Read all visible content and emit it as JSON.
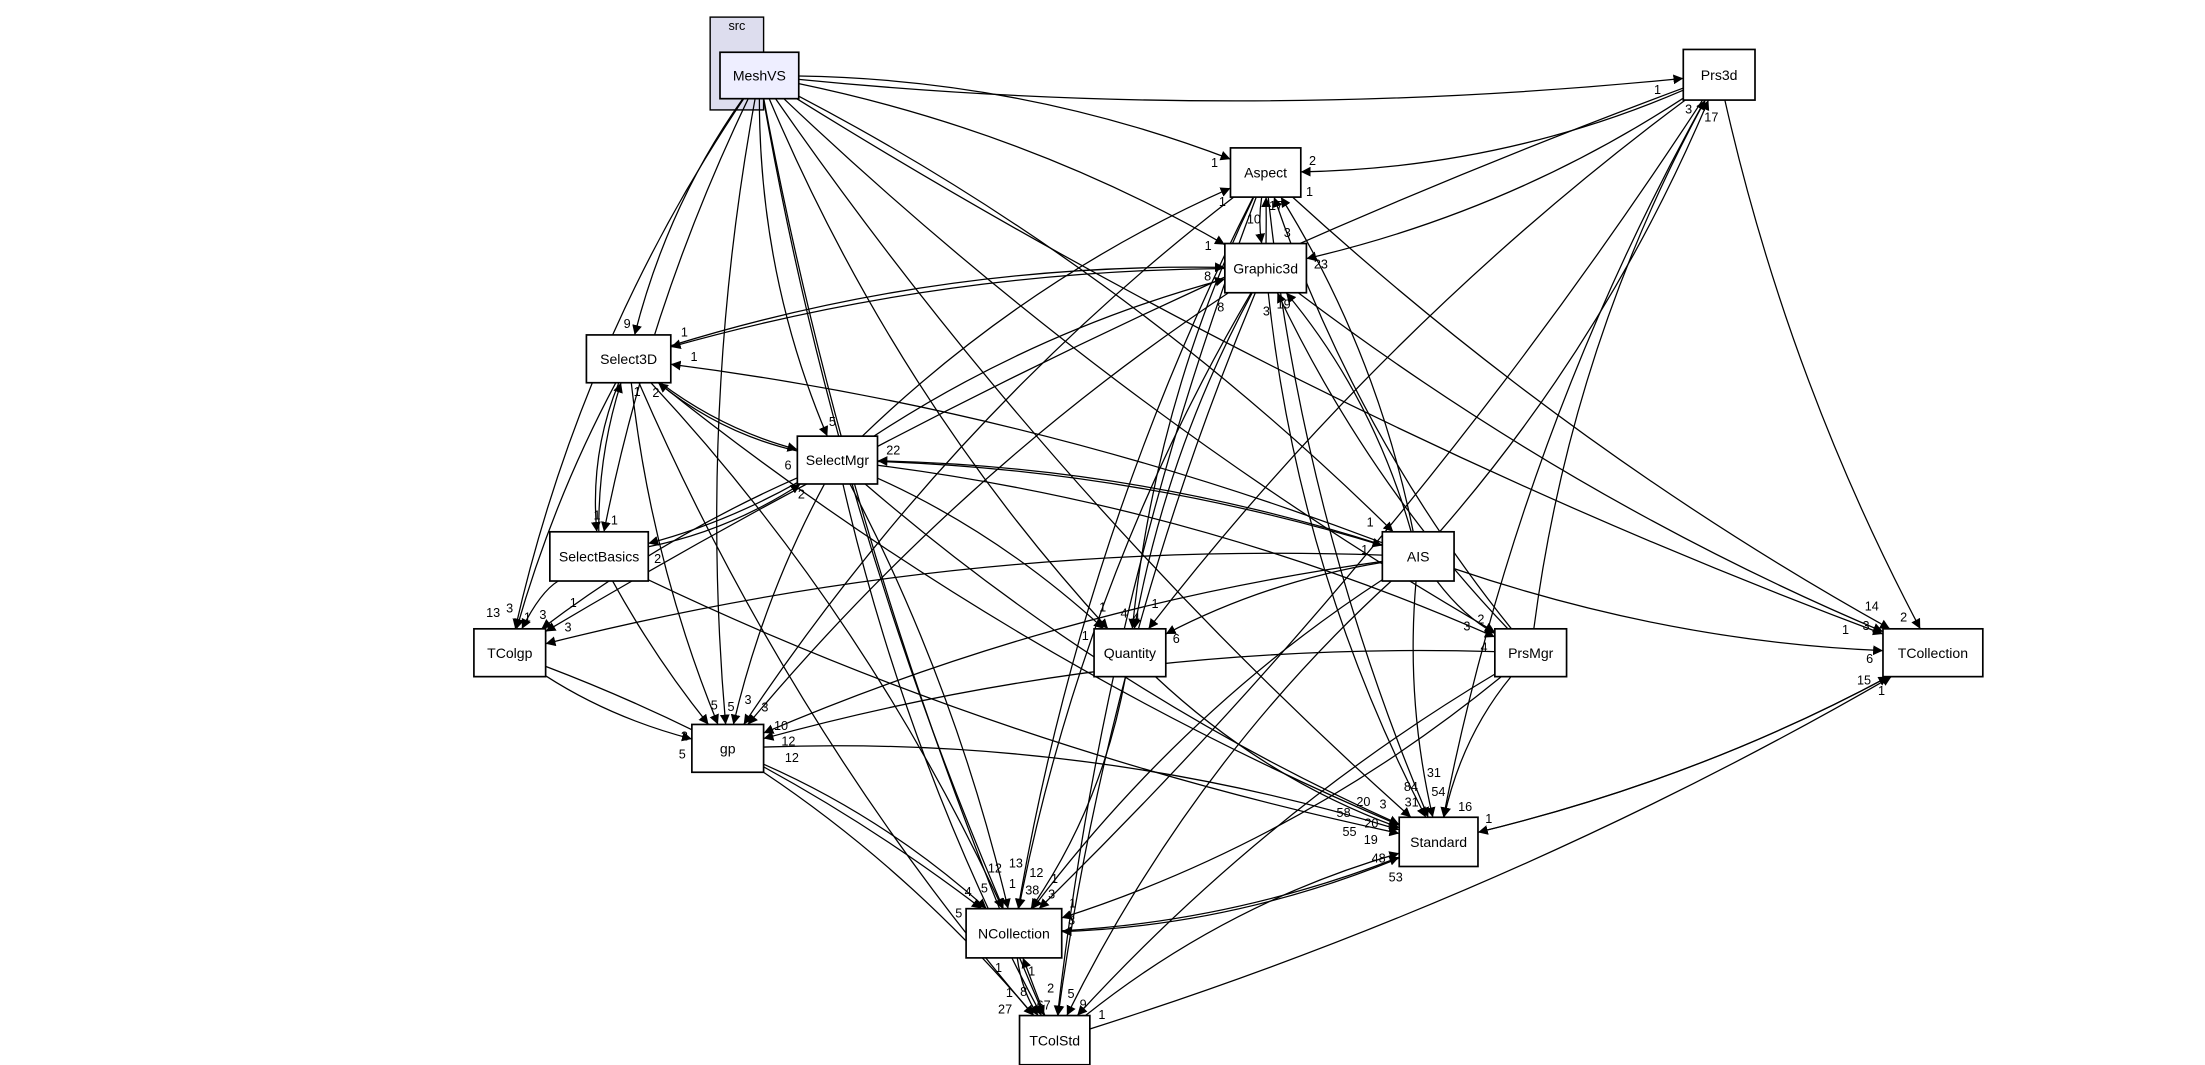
{
  "graph": {
    "cluster": {
      "id": "src",
      "label": "src"
    },
    "focus_node": "MeshVS",
    "colors": {
      "focus_fill": "#eeeeff",
      "cluster_fill": "#ddddee",
      "node_fill": "#ffffff",
      "edge": "#000000"
    },
    "nodes": [
      {
        "id": "MeshVS",
        "label": "MeshVS"
      },
      {
        "id": "Prs3d",
        "label": "Prs3d"
      },
      {
        "id": "Aspect",
        "label": "Aspect"
      },
      {
        "id": "Graphic3d",
        "label": "Graphic3d"
      },
      {
        "id": "Select3D",
        "label": "Select3D"
      },
      {
        "id": "SelectMgr",
        "label": "SelectMgr"
      },
      {
        "id": "SelectBasics",
        "label": "SelectBasics"
      },
      {
        "id": "AIS",
        "label": "AIS"
      },
      {
        "id": "TColgp",
        "label": "TColgp"
      },
      {
        "id": "Quantity",
        "label": "Quantity"
      },
      {
        "id": "PrsMgr",
        "label": "PrsMgr"
      },
      {
        "id": "TCollection",
        "label": "TCollection"
      },
      {
        "id": "gp",
        "label": "gp"
      },
      {
        "id": "Standard",
        "label": "Standard"
      },
      {
        "id": "NCollection",
        "label": "NCollection"
      },
      {
        "id": "TColStd",
        "label": "TColStd"
      }
    ],
    "edges": [
      {
        "from": "MeshVS",
        "to": "Prs3d",
        "label": "1"
      },
      {
        "from": "MeshVS",
        "to": "Aspect",
        "label": "1"
      },
      {
        "from": "MeshVS",
        "to": "Graphic3d",
        "label": "1"
      },
      {
        "from": "MeshVS",
        "to": "Select3D",
        "label": "9"
      },
      {
        "from": "MeshVS",
        "to": "SelectMgr",
        "label": "5"
      },
      {
        "from": "MeshVS",
        "to": "SelectBasics",
        "label": "1"
      },
      {
        "from": "MeshVS",
        "to": "AIS",
        "label": "1"
      },
      {
        "from": "MeshVS",
        "to": "PrsMgr",
        "label": "3"
      },
      {
        "from": "MeshVS",
        "to": "Quantity",
        "label": "1"
      },
      {
        "from": "MeshVS",
        "to": "TColgp",
        "label": "3"
      },
      {
        "from": "MeshVS",
        "to": "gp",
        "label": "5"
      },
      {
        "from": "MeshVS",
        "to": "NCollection",
        "label": "5"
      },
      {
        "from": "MeshVS",
        "to": "TColStd",
        "label": "8"
      },
      {
        "from": "MeshVS",
        "to": "Standard",
        "label": "3"
      },
      {
        "from": "MeshVS",
        "to": "TCollection",
        "label": "1"
      },
      {
        "from": "Prs3d",
        "to": "Aspect",
        "label": "2"
      },
      {
        "from": "Prs3d",
        "to": "Graphic3d",
        "label": "23"
      },
      {
        "from": "Prs3d",
        "to": "Quantity",
        "label": "1"
      },
      {
        "from": "Prs3d",
        "to": "TColgp",
        "label": "1"
      },
      {
        "from": "Prs3d",
        "to": "Standard",
        "label": "54"
      },
      {
        "from": "Prs3d",
        "to": "TCollection",
        "label": "2"
      },
      {
        "from": "Prs3d",
        "to": "NCollection",
        "label": "1"
      },
      {
        "from": "Aspect",
        "to": "Graphic3d",
        "label": "3"
      },
      {
        "from": "Aspect",
        "to": "Quantity",
        "label": "4"
      },
      {
        "from": "Aspect",
        "to": "gp",
        "label": "3"
      },
      {
        "from": "Aspect",
        "to": "TCollection",
        "label": "3"
      },
      {
        "from": "Aspect",
        "to": "Standard",
        "label": "31"
      },
      {
        "from": "Aspect",
        "to": "TColStd",
        "label": "2"
      },
      {
        "from": "Aspect",
        "to": "NCollection",
        "label": "1"
      },
      {
        "from": "Graphic3d",
        "to": "Aspect",
        "label": "17"
      },
      {
        "from": "Graphic3d",
        "to": "Select3D",
        "label": "1"
      },
      {
        "from": "Graphic3d",
        "to": "gp",
        "label": "10"
      },
      {
        "from": "Graphic3d",
        "to": "Quantity",
        "label": "4"
      },
      {
        "from": "Graphic3d",
        "to": "NCollection",
        "label": "38"
      },
      {
        "from": "Graphic3d",
        "to": "Standard",
        "label": "84"
      },
      {
        "from": "Graphic3d",
        "to": "TCollection",
        "label": "14"
      },
      {
        "from": "Graphic3d",
        "to": "TColStd",
        "label": "5"
      },
      {
        "from": "Select3D",
        "to": "Graphic3d",
        "label": "8"
      },
      {
        "from": "Select3D",
        "to": "SelectMgr",
        "label": "6"
      },
      {
        "from": "Select3D",
        "to": "SelectBasics",
        "label": "1"
      },
      {
        "from": "Select3D",
        "to": "TColgp",
        "label": "13"
      },
      {
        "from": "Select3D",
        "to": "gp",
        "label": "5"
      },
      {
        "from": "Select3D",
        "to": "NCollection",
        "label": "12"
      },
      {
        "from": "Select3D",
        "to": "TColStd",
        "label": "27"
      },
      {
        "from": "Select3D",
        "to": "Standard",
        "label": "20"
      },
      {
        "from": "SelectMgr",
        "to": "Select3D",
        "label": "2"
      },
      {
        "from": "SelectMgr",
        "to": "Aspect",
        "label": "1"
      },
      {
        "from": "SelectMgr",
        "to": "Graphic3d",
        "label": "8"
      },
      {
        "from": "SelectMgr",
        "to": "SelectBasics",
        "label": "2"
      },
      {
        "from": "SelectMgr",
        "to": "AIS",
        "label": "1"
      },
      {
        "from": "SelectMgr",
        "to": "TColgp",
        "label": "3"
      },
      {
        "from": "SelectMgr",
        "to": "gp",
        "label": "3"
      },
      {
        "from": "SelectMgr",
        "to": "Quantity",
        "label": "1"
      },
      {
        "from": "SelectMgr",
        "to": "PrsMgr",
        "label": "2"
      },
      {
        "from": "SelectMgr",
        "to": "NCollection",
        "label": "13"
      },
      {
        "from": "SelectMgr",
        "to": "TColStd",
        "label": "1"
      },
      {
        "from": "SelectMgr",
        "to": "Standard",
        "label": "19"
      },
      {
        "from": "SelectBasics",
        "to": "Select3D",
        "label": "1"
      },
      {
        "from": "SelectBasics",
        "to": "SelectMgr",
        "label": "2"
      },
      {
        "from": "SelectBasics",
        "to": "TColgp",
        "label": "1"
      },
      {
        "from": "SelectBasics",
        "to": "gp",
        "label": "2"
      },
      {
        "from": "SelectBasics",
        "to": "Standard",
        "label": "55"
      },
      {
        "from": "AIS",
        "to": "Prs3d",
        "label": "17"
      },
      {
        "from": "AIS",
        "to": "Aspect",
        "label": "1"
      },
      {
        "from": "AIS",
        "to": "Graphic3d",
        "label": "19"
      },
      {
        "from": "AIS",
        "to": "Select3D",
        "label": "1"
      },
      {
        "from": "AIS",
        "to": "SelectMgr",
        "label": "22"
      },
      {
        "from": "AIS",
        "to": "Quantity",
        "label": "6"
      },
      {
        "from": "AIS",
        "to": "PrsMgr",
        "label": "4"
      },
      {
        "from": "AIS",
        "to": "TColgp",
        "label": "3"
      },
      {
        "from": "AIS",
        "to": "gp",
        "label": "12"
      },
      {
        "from": "AIS",
        "to": "TCollection",
        "label": "6"
      },
      {
        "from": "AIS",
        "to": "Standard",
        "label": "31"
      },
      {
        "from": "AIS",
        "to": "NCollection",
        "label": "12"
      },
      {
        "from": "AIS",
        "to": "TColStd",
        "label": "9"
      },
      {
        "from": "PrsMgr",
        "to": "Prs3d",
        "label": "3"
      },
      {
        "from": "PrsMgr",
        "to": "Aspect",
        "label": "10"
      },
      {
        "from": "PrsMgr",
        "to": "Graphic3d",
        "label": "3"
      },
      {
        "from": "PrsMgr",
        "to": "gp",
        "label": "12"
      },
      {
        "from": "PrsMgr",
        "to": "Standard",
        "label": "16"
      },
      {
        "from": "PrsMgr",
        "to": "NCollection",
        "label": "1"
      },
      {
        "from": "PrsMgr",
        "to": "TColStd",
        "label": "1"
      },
      {
        "from": "TColgp",
        "to": "gp",
        "label": "5"
      },
      {
        "from": "TColgp",
        "to": "NCollection",
        "label": "5"
      },
      {
        "from": "Quantity",
        "to": "Standard",
        "label": "20"
      },
      {
        "from": "Quantity",
        "to": "NCollection",
        "label": "3"
      },
      {
        "from": "gp",
        "to": "Standard",
        "label": "58"
      },
      {
        "from": "gp",
        "to": "NCollection",
        "label": "4"
      },
      {
        "from": "gp",
        "to": "TColStd",
        "label": "1"
      },
      {
        "from": "TCollection",
        "to": "Standard",
        "label": "1"
      },
      {
        "from": "Standard",
        "to": "TCollection",
        "label": "1"
      },
      {
        "from": "Standard",
        "to": "NCollection",
        "label": "3"
      },
      {
        "from": "NCollection",
        "to": "Standard",
        "label": "53"
      },
      {
        "from": "NCollection",
        "to": "TColStd",
        "label": "67"
      },
      {
        "from": "TColStd",
        "to": "NCollection",
        "label": "1"
      },
      {
        "from": "TColStd",
        "to": "Standard",
        "label": "48"
      },
      {
        "from": "TColStd",
        "to": "TCollection",
        "label": "15"
      }
    ]
  }
}
